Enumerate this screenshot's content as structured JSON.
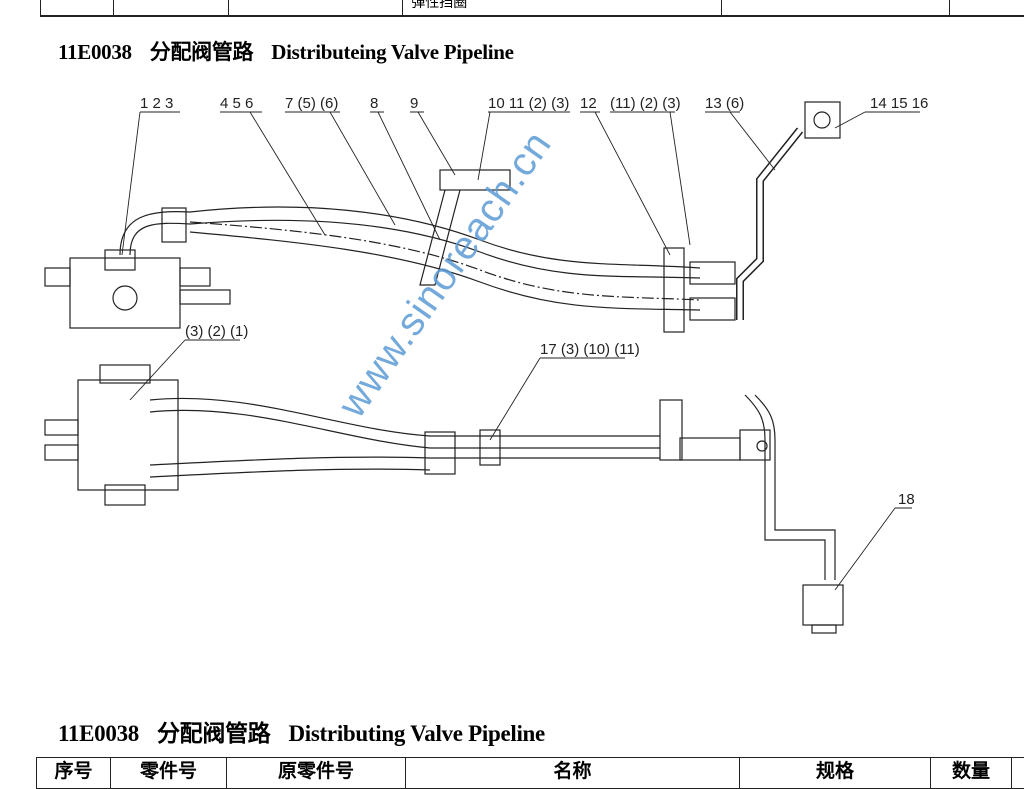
{
  "top_table": {
    "cells": [
      "",
      "",
      "",
      "弹性挡圈",
      "",
      "",
      ""
    ]
  },
  "drawing_title": {
    "code": "11E0038",
    "cn": "分配阀管路",
    "en": "Distributeing Valve Pipeline"
  },
  "callouts": [
    "1 2 3",
    "4 5 6",
    "7 (5) (6)",
    "8",
    "9",
    "10 11 (2) (3)",
    "12",
    "(11) (2) (3)",
    "13 (6)",
    "14 15 16",
    "(3) (2) (1)",
    "17 (3) (10) (11)",
    "18"
  ],
  "watermark": "www.sinoreach.cn",
  "table_title": {
    "code": "11E0038",
    "cn": "分配阀管路",
    "en": "Distributing Valve Pipeline"
  },
  "table_headers": [
    "序号",
    "零件号",
    "原零件号",
    "名称",
    "规格",
    "数量"
  ]
}
